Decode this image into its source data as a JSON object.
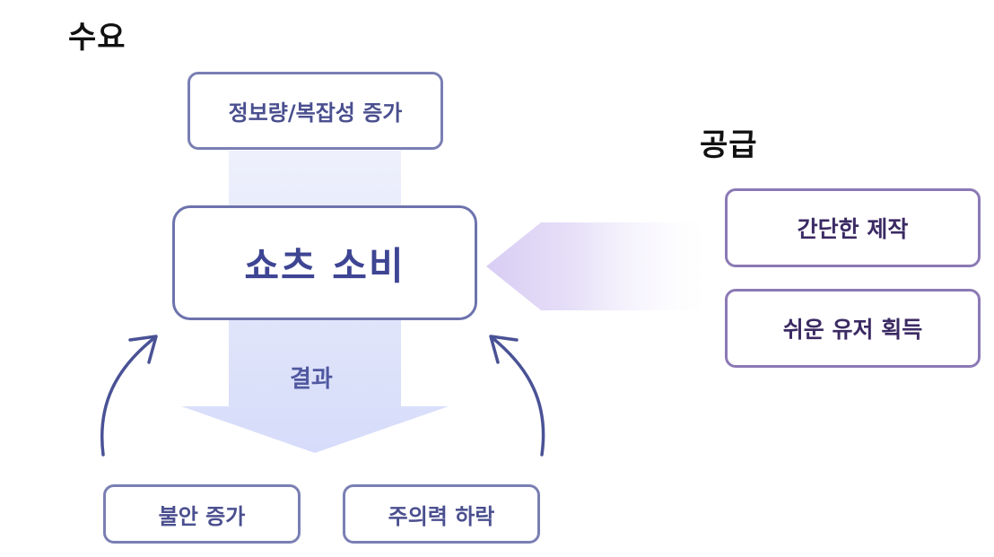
{
  "demand": {
    "title": "수요",
    "top_box": "정보량/복잡성 증가",
    "center_box": "쇼츠 소비",
    "result_label": "결과",
    "bottom_left_box": "불안 증가",
    "bottom_right_box": "주의력 하락"
  },
  "supply": {
    "title": "공급",
    "items": [
      {
        "label": "간단한 제작"
      },
      {
        "label": "쉬운 유저 획득"
      }
    ]
  },
  "colors": {
    "demand_border": "#7a7fb3",
    "demand_text": "#4a4f8f",
    "supply_border": "#8b79b5",
    "supply_text": "#3b2a63",
    "arrow_fill": "#dfe3fb",
    "side_arrow_fill": "#e4dcf7",
    "curve_arrow": "#4a5296"
  }
}
